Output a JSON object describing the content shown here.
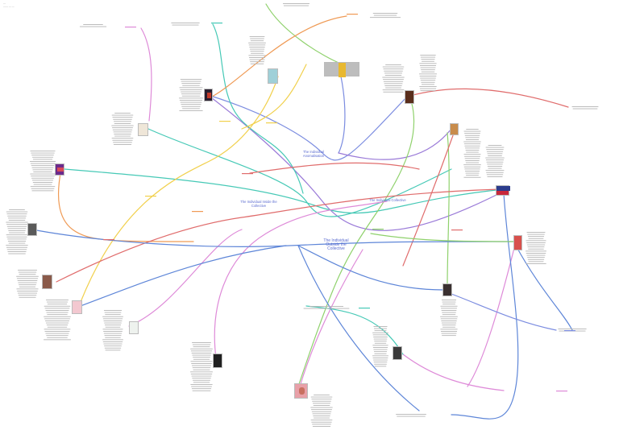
{
  "corner": {
    "line1": "—",
    "line2": "—— — —"
  },
  "hubs": {
    "individual_anomaly": "The Individual Anomalisation",
    "individual_outside": "The Individual Outside the Collective",
    "individual_inside": "The Individual Inside the Collective",
    "the_individual_collective": "The Individual Collective"
  },
  "colors": {
    "blue": "#7b8ce0",
    "purple": "#9a7ad8",
    "teal": "#46c9b6",
    "green": "#8fd16c",
    "orange": "#ef9a55",
    "yellow": "#f1d04c",
    "red": "#e06c6c",
    "pink": "#de8ad8",
    "deep_blue": "#5e86d8"
  }
}
